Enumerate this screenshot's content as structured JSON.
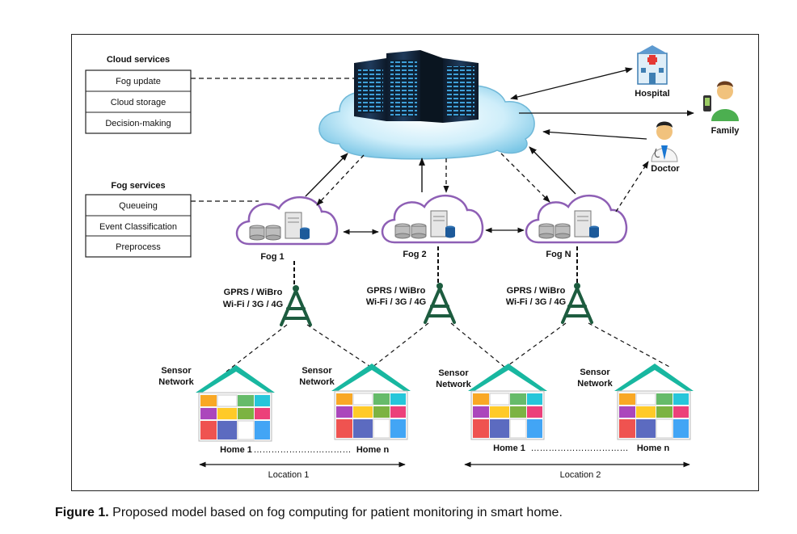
{
  "cloud_services": {
    "title": "Cloud services",
    "items": [
      "Fog update",
      "Cloud storage",
      "Decision-making"
    ]
  },
  "fog_services": {
    "title": "Fog services",
    "items": [
      "Queueing",
      "Event Classification",
      "Preprocess"
    ]
  },
  "fog_nodes": [
    "Fog 1",
    "Fog 2",
    "Fog N"
  ],
  "network_label": {
    "line1": "GPRS / WiBro",
    "line2": "Wi-Fi / 3G / 4G"
  },
  "sensor_label": {
    "line1": "Sensor",
    "line2": "Network"
  },
  "endpoints": {
    "hospital": "Hospital",
    "family": "Family",
    "doctor": "Doctor"
  },
  "homes": {
    "first": "Home 1",
    "dots": "……………………………",
    "last": "Home n"
  },
  "locations": [
    "Location 1",
    "Location 2"
  ],
  "caption": {
    "label": "Figure 1.",
    "text": "Proposed model based on fog computing for patient monitoring in smart home."
  },
  "colors": {
    "cloud_fill": "#bfe6f5",
    "fog_border": "#8e5fb5",
    "tower": "#1d5c3f",
    "roof": "#18b7a0"
  }
}
